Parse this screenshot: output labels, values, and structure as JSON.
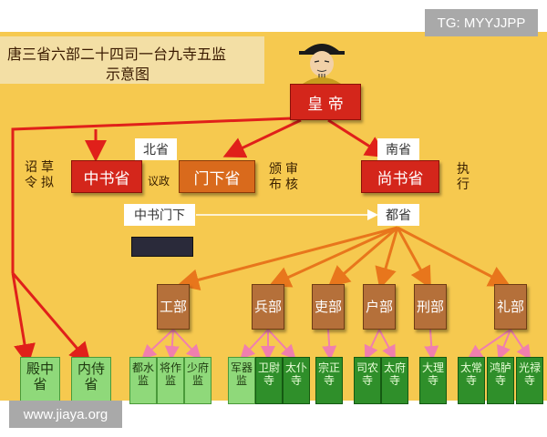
{
  "watermarks": {
    "top_right": "TG: MYYJJPP",
    "bottom_left": "www.jiaya.org"
  },
  "title": {
    "line1": "唐三省六部二十四司一台九寺五监",
    "line2": "示意图"
  },
  "emperor": {
    "label": "皇 帝"
  },
  "provinces": {
    "zhongshu": "中书省",
    "menxia": "门下省",
    "shangshu": "尚书省"
  },
  "tags": {
    "north": "北省",
    "south": "南省",
    "zhongshu_menxia": "中书门下",
    "dusheng": "都省"
  },
  "annotations": {
    "zhaocao": "草拟",
    "zhaoling": "诏令",
    "yizheng": "议政",
    "fengshen": "审核",
    "fengbo": "颁布",
    "zhixing": "执行"
  },
  "departments": [
    {
      "name": "工部"
    },
    {
      "name": "兵部"
    },
    {
      "name": "吏部"
    },
    {
      "name": "户部"
    },
    {
      "name": "刑部"
    },
    {
      "name": "礼部"
    }
  ],
  "bureaus_left": [
    {
      "name": "殿中省"
    },
    {
      "name": "内侍省"
    }
  ],
  "bureaus_gong": [
    "都水监",
    "将作监",
    "少府监"
  ],
  "bureaus_bing": [
    "军器监",
    "卫尉寺",
    "太仆寺"
  ],
  "bureaus_li_official": [
    "宗正寺"
  ],
  "bureaus_hu": [
    "司农寺",
    "太府寺"
  ],
  "bureaus_xing": [
    "大理寺"
  ],
  "bureaus_li_rites": [
    "太常寺",
    "鸿胪寺",
    "光禄寺"
  ],
  "colors": {
    "background": "#f6c94f",
    "province_red": "#d4261b",
    "department_brown": "#b5703a",
    "arrow_red": "#e0201a",
    "arrow_orange": "#e8761c",
    "arrow_pink": "#f07fae"
  }
}
